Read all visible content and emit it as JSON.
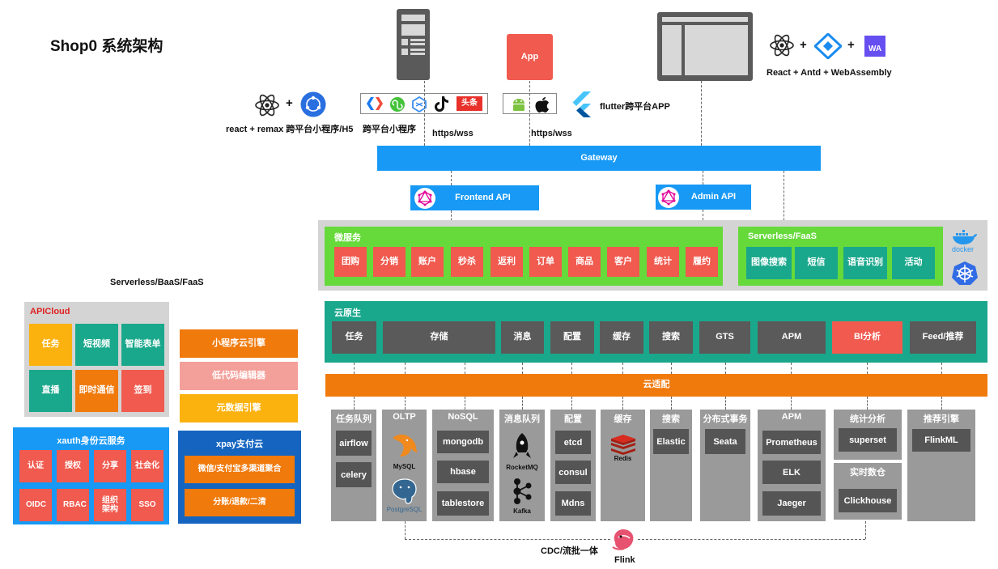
{
  "title": "Shop0 系统架构",
  "clients": {
    "react_remax_label": "react + remax 跨平台小程序/H5",
    "mini_program_label": "跨平台小程序",
    "https1": "https/wss",
    "app_label": "App",
    "https2": "https/wss",
    "flutter_label": "flutter跨平台APP",
    "admin_stack_label": "React + Antd + WebAssembly",
    "wa_badge": "WA",
    "toutiao": "头条",
    "plus": "+"
  },
  "gateway": "Gateway",
  "frontend_api": "Frontend API",
  "admin_api": "Admin API",
  "microservices": {
    "title": "微服务",
    "items": [
      "团购",
      "分销",
      "账户",
      "秒杀",
      "返利",
      "订单",
      "商品",
      "客户",
      "统计",
      "履约"
    ]
  },
  "serverless": {
    "title": "Serverless/FaaS",
    "items": [
      "图像搜索",
      "短信",
      "语音识别",
      "活动"
    ],
    "docker": "docker"
  },
  "cloud_native": {
    "title": "云原生",
    "items": [
      "任务",
      "存储",
      "消息",
      "配置",
      "缓存",
      "搜索",
      "GTS",
      "APM",
      "BI分析",
      "Feed/推荐"
    ]
  },
  "cloud_adapter": "云适配",
  "columns": {
    "task_queue": {
      "title": "任务队列",
      "items": [
        "airflow",
        "celery"
      ]
    },
    "oltp": {
      "title": "OLTP",
      "items": [
        "MySQL",
        "PostgreSQL"
      ]
    },
    "nosql": {
      "title": "NoSQL",
      "items": [
        "mongodb",
        "hbase",
        "tablestore"
      ]
    },
    "mq": {
      "title": "消息队列",
      "items": [
        "RocketMQ",
        "Kafka"
      ]
    },
    "config": {
      "title": "配置",
      "items": [
        "etcd",
        "consul",
        "Mdns"
      ]
    },
    "cache": {
      "title": "缓存",
      "items": [
        "Redis"
      ]
    },
    "search": {
      "title": "搜索",
      "items": [
        "Elastic"
      ]
    },
    "dist_tx": {
      "title": "分布式事务",
      "items": [
        "Seata"
      ]
    },
    "apm": {
      "title": "APM",
      "items": [
        "Prometheus",
        "ELK",
        "Jaeger"
      ]
    },
    "stats": {
      "title": "统计分析",
      "items": [
        "superset"
      ]
    },
    "realtime": {
      "title": "实时数仓",
      "items": [
        "Clickhouse"
      ]
    },
    "recommend": {
      "title": "推荐引擎",
      "items": [
        "FlinkML"
      ]
    }
  },
  "cdc_label": "CDC/流批一体",
  "flink_label": "Flink",
  "left": {
    "serverless_title": "Serverless/BaaS/FaaS",
    "apicloud": {
      "title": "APICloud",
      "items": [
        "任务",
        "短视频",
        "智能表单",
        "直播",
        "即时通信",
        "签到"
      ]
    },
    "mini_engine": "小程序云引擎",
    "lowcode": "低代码编辑器",
    "metadata": "元数据引擎",
    "xauth": {
      "title": "xauth身份云服务",
      "items": [
        "认证",
        "授权",
        "分享",
        "社会化",
        "OIDC",
        "RBAC",
        "组织架构",
        "SSO"
      ]
    },
    "xpay": {
      "title": "xpay支付云",
      "items": [
        "微信/支付宝多渠道聚合",
        "分账/退款/二清"
      ]
    }
  },
  "colors": {
    "blue": "#1799f5",
    "green": "#1aa88c",
    "lime": "#66d93b",
    "red": "#f05a4f",
    "orange": "#f07a0c",
    "yellow": "#fbb20f",
    "pink": "#f4a09a",
    "gray": "#9b9b9b"
  }
}
